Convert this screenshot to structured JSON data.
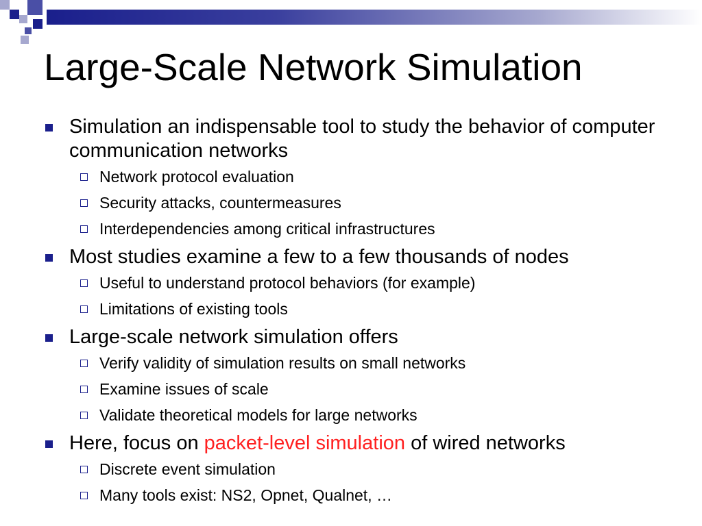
{
  "colors": {
    "accent_dark": "#1a1f8c",
    "accent_mid": "#4a4fa6",
    "accent_light": "#a6a8cf",
    "highlight": "#ff2020"
  },
  "slide": {
    "title": "Large-Scale Network Simulation",
    "bullets": [
      {
        "text": "Simulation an indispensable tool to study the behavior of computer communication networks",
        "subs": [
          "Network protocol evaluation",
          "Security attacks, countermeasures",
          "Interdependencies among critical infrastructures"
        ]
      },
      {
        "text": "Most studies examine a few to a few thousands of nodes",
        "subs": [
          "Useful to understand protocol behaviors (for example)",
          "Limitations of existing tools"
        ]
      },
      {
        "text": "Large-scale network simulation offers",
        "subs": [
          "Verify validity of simulation results on small networks",
          "Examine issues of scale",
          "Validate theoretical models for large networks"
        ]
      },
      {
        "text_before": "Here, focus on ",
        "text_highlight": "packet-level simulation",
        "text_after": " of wired networks",
        "subs": [
          "Discrete event simulation",
          "Many tools exist: NS2, Opnet, Qualnet, …"
        ]
      }
    ]
  }
}
